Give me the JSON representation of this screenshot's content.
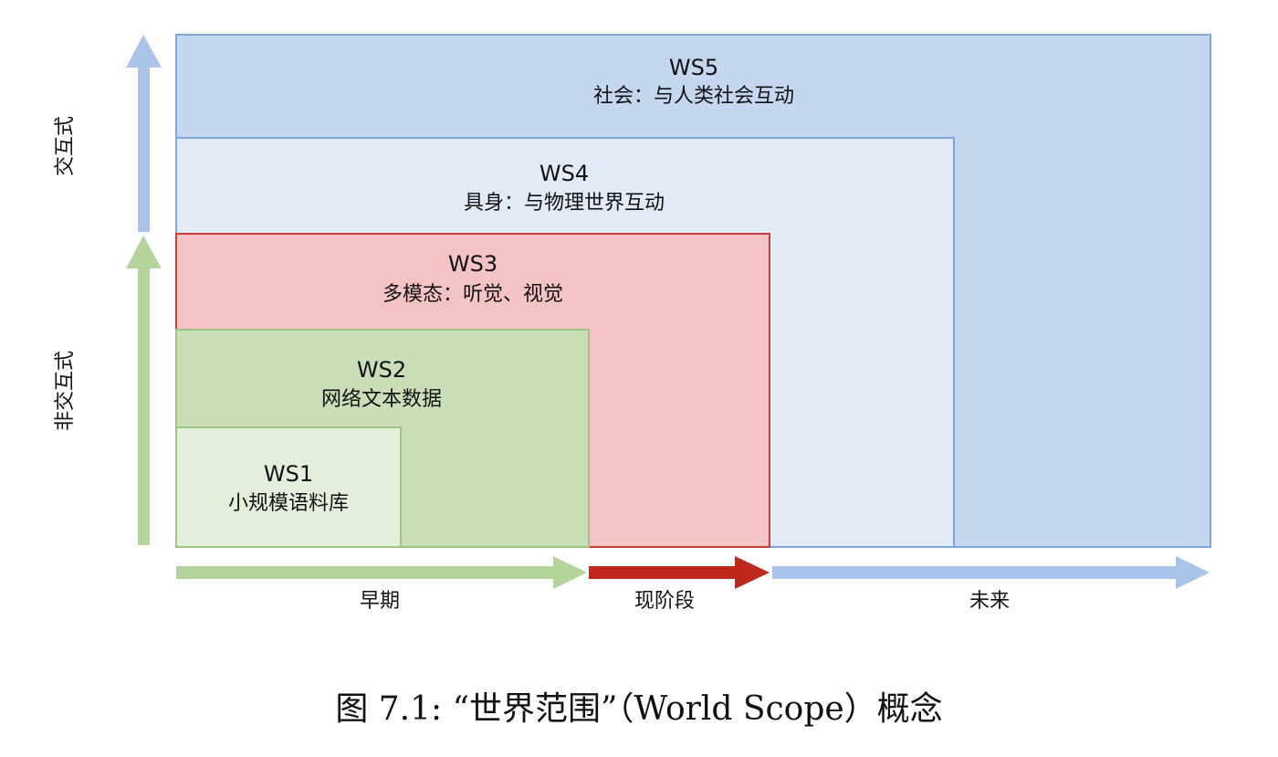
{
  "scopes": [
    {
      "id": "ws5",
      "title": "WS5",
      "subtitle": "社会：与人类社会互动",
      "fill": "#c5d7ef",
      "stroke": "#7ea6d8"
    },
    {
      "id": "ws4",
      "title": "WS4",
      "subtitle": "具身：与物理世界互动",
      "fill": "#e1eaf6",
      "stroke": "#7ea6d8"
    },
    {
      "id": "ws3",
      "title": "WS3",
      "subtitle": "多模态：听觉、视觉",
      "fill": "#f4c3c3",
      "stroke": "#cc3b3b"
    },
    {
      "id": "ws2",
      "title": "WS2",
      "subtitle": "网络文本数据",
      "fill": "#cadfb8",
      "stroke": "#9cc584"
    },
    {
      "id": "ws1",
      "title": "WS1",
      "subtitle": "小规模语料库",
      "fill": "#e4efdb",
      "stroke": "#9cc584"
    }
  ],
  "vertical_axis": [
    {
      "id": "interactive",
      "label": "交互式",
      "color": "#a9c4e8"
    },
    {
      "id": "non-interactive",
      "label": "非交互式",
      "color": "#b4d49c"
    }
  ],
  "horizontal_axis": [
    {
      "id": "early",
      "label": "早期",
      "color": "#b4d49c"
    },
    {
      "id": "current",
      "label": "现阶段",
      "color": "#c0281e"
    },
    {
      "id": "future",
      "label": "未来",
      "color": "#a9c4e8"
    }
  ],
  "caption": "图 7.1: “世界范围”（World Scope）概念"
}
